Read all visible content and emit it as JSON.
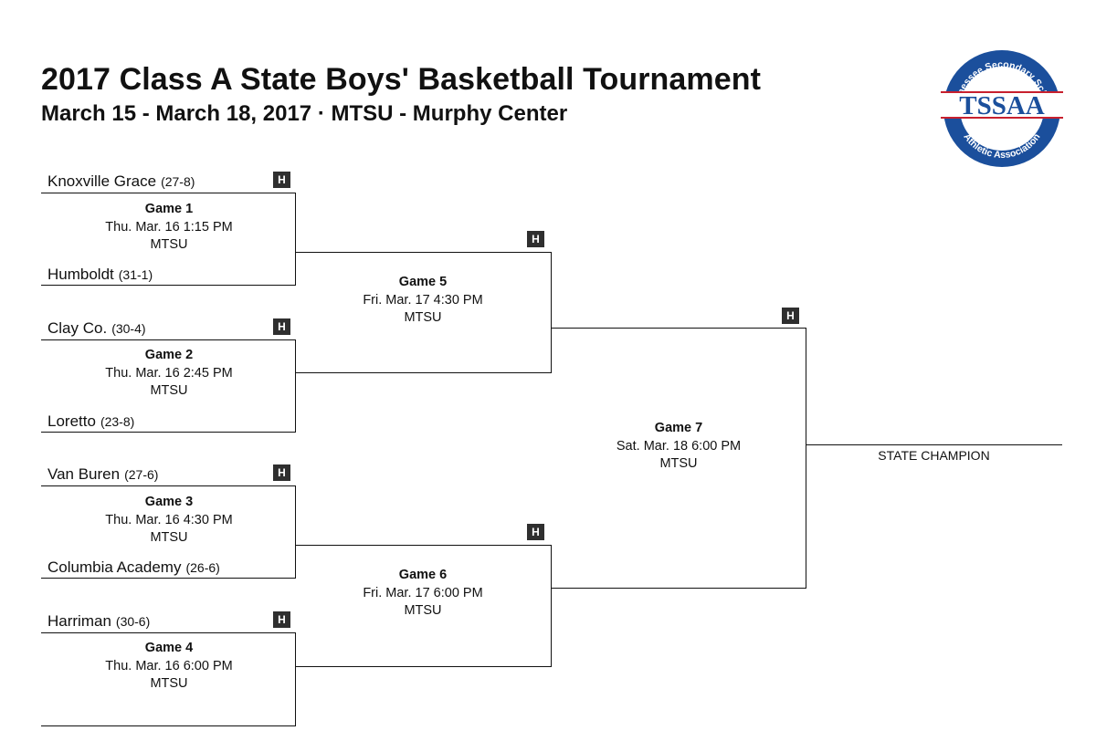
{
  "header": {
    "title": "2017 Class A State Boys' Basketball Tournament",
    "subtitle": "March 15 - March 18, 2017 · MTSU - Murphy Center"
  },
  "logo": {
    "acronym": "TSSAA",
    "top_text": "Tennessee Secondary School",
    "bottom_text": "Athletic Association",
    "colors": {
      "blue": "#1b4f9c",
      "red": "#c8202e",
      "white": "#ffffff"
    }
  },
  "home_badge": "H",
  "teams": [
    {
      "name": "Knoxville Grace",
      "record": "(27-8)"
    },
    {
      "name": "Humboldt",
      "record": "(31-1)"
    },
    {
      "name": "Clay Co.",
      "record": "(30-4)"
    },
    {
      "name": "Loretto",
      "record": "(23-8)"
    },
    {
      "name": "Van Buren",
      "record": "(27-6)"
    },
    {
      "name": "Columbia Academy",
      "record": "(26-6)"
    },
    {
      "name": "Harriman",
      "record": "(30-6)"
    },
    {
      "name": "",
      "record": ""
    }
  ],
  "games": [
    {
      "name": "Game 1",
      "time": "Thu. Mar. 16 1:15 PM",
      "location": "MTSU"
    },
    {
      "name": "Game 2",
      "time": "Thu. Mar. 16 2:45 PM",
      "location": "MTSU"
    },
    {
      "name": "Game 3",
      "time": "Thu. Mar. 16 4:30 PM",
      "location": "MTSU"
    },
    {
      "name": "Game 4",
      "time": "Thu. Mar. 16 6:00 PM",
      "location": "MTSU"
    },
    {
      "name": "Game 5",
      "time": "Fri. Mar. 17 4:30 PM",
      "location": "MTSU"
    },
    {
      "name": "Game 6",
      "time": "Fri. Mar. 17 6:00 PM",
      "location": "MTSU"
    },
    {
      "name": "Game 7",
      "time": "Sat. Mar. 18 6:00 PM",
      "location": "MTSU"
    }
  ],
  "champion_label": "STATE CHAMPION"
}
